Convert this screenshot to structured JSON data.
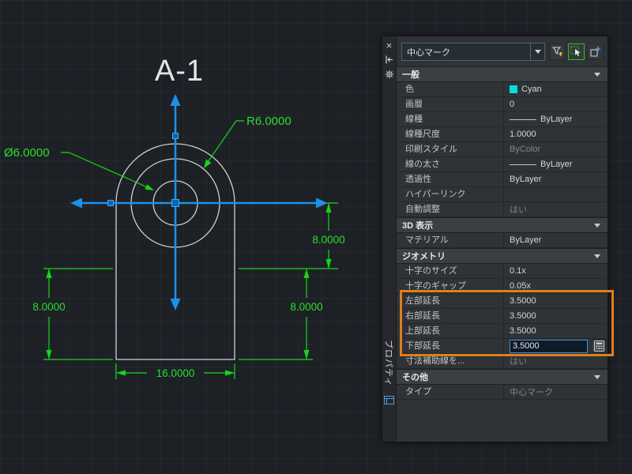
{
  "colors": {
    "canvas_bg": "#1d2126",
    "dimension_green": "#17d517",
    "centermark_blue": "#1e90e8",
    "outline_gray": "#ccd1d5",
    "annotation_orange": "#e07d1e",
    "cyan_swatch": "#00dede"
  },
  "drawing": {
    "title": "A-1",
    "labels": {
      "diameter": "Ø6.0000",
      "radius": "R6.0000",
      "dim_right": "8.0000",
      "dim_mid": "8.0000",
      "dim_left": "8.0000",
      "dim_width": "16.0000"
    }
  },
  "palette": {
    "tab_title": "プロパティ",
    "object_selector": "中心マーク",
    "icons": {
      "strip": [
        "close",
        "auto-hide",
        "settings"
      ],
      "toolbar": [
        "quick-select",
        "select-objects",
        "pickadd-toggle"
      ]
    },
    "sections": [
      {
        "title": "一般",
        "rows": [
          {
            "label": "色",
            "value": "Cyan",
            "swatch": "#00dede"
          },
          {
            "label": "画層",
            "value": "0"
          },
          {
            "label": "線種",
            "value": "ByLayer",
            "line_glyph": true
          },
          {
            "label": "線種尺度",
            "value": "1.0000"
          },
          {
            "label": "印刷スタイル",
            "value": "ByColor",
            "muted": true
          },
          {
            "label": "線の太さ",
            "value": "ByLayer",
            "line_glyph": true
          },
          {
            "label": "透過性",
            "value": "ByLayer"
          },
          {
            "label": "ハイパーリンク",
            "value": ""
          },
          {
            "label": "自動調整",
            "value": "はい",
            "muted": true
          }
        ]
      },
      {
        "title": "3D 表示",
        "rows": [
          {
            "label": "マテリアル",
            "value": "ByLayer"
          }
        ]
      },
      {
        "title": "ジオメトリ",
        "rows": [
          {
            "label": "十字のサイズ",
            "value": "0.1x"
          },
          {
            "label": "十字のギャップ",
            "value": "0.05x"
          },
          {
            "label": "左部延長",
            "value": "3.5000"
          },
          {
            "label": "右部延長",
            "value": "3.5000"
          },
          {
            "label": "上部延長",
            "value": "3.5000"
          },
          {
            "label": "下部延長",
            "value": "3.5000",
            "editing": true
          },
          {
            "label": "寸法補助線を...",
            "value": "はい",
            "muted": true
          }
        ]
      },
      {
        "title": "その他",
        "rows": [
          {
            "label": "タイプ",
            "value": "中心マーク",
            "muted": true
          }
        ]
      }
    ]
  }
}
